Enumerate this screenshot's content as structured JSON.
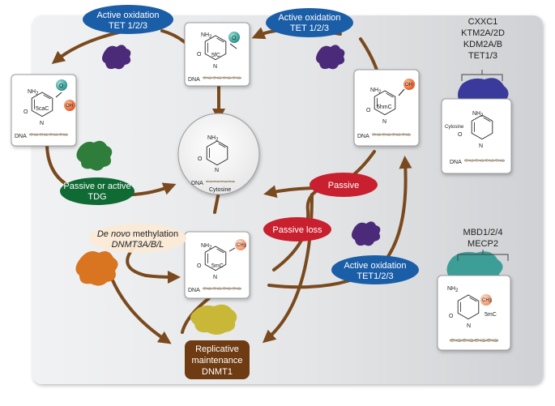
{
  "labels": {
    "active_ox_tl_1": "Active oxidation",
    "active_ox_tl_2": "TET 1/2/3",
    "active_ox_tr_1": "Active oxidation",
    "active_ox_tr_2": "TET 1/2/3",
    "active_ox_br_1": "Active oxidation",
    "active_ox_br_2": "TET1/2/3",
    "passive_active_tdg_1": "Passive or active",
    "passive_active_tdg_2": "TDG",
    "passive": "Passive",
    "passive_loss": "Passive loss",
    "de_novo_1_italic": "De novo",
    "de_novo_1_rest": " methylation",
    "de_novo_2": "DNMT3A/B/L",
    "replicative_1": "Replicative",
    "replicative_2": "maintenance",
    "replicative_3": "DNMT1",
    "readers_top_1": "CXXC1",
    "readers_top_2": "KTM2A/2D",
    "readers_top_3": "KDM2A/B",
    "readers_top_4": "TET1/3",
    "readers_bottom_1": "MBD1/2/4",
    "readers_bottom_2": "MECP2"
  },
  "molecules": {
    "cytosine_name": "Cytosine",
    "cytosine_reader_name": "Cytosine",
    "fc": "5fC",
    "cac": "5caC",
    "hmc": "5hmC",
    "mc": "5mC",
    "mc_reader": "5mC",
    "dna": "DNA",
    "nh2": "NH",
    "nh2_sub": "2",
    "o": "O",
    "n": "N",
    "oh": "OH",
    "ch3": "CH",
    "ch3_sub": "3"
  },
  "colors": {
    "blue": "#1b5ea8",
    "red": "#c8202f",
    "green": "#0f6a34",
    "brown": "#6e3b12",
    "arrow": "#7a4a1e",
    "panel": "#e6e7e9",
    "purple_protein": "#4b2a7a",
    "green_protein": "#2f7d3a",
    "orange_protein": "#d97420",
    "yellow_protein": "#c9b838",
    "navy_protein": "#3a3a9c",
    "teal_protein": "#3d9e98"
  }
}
